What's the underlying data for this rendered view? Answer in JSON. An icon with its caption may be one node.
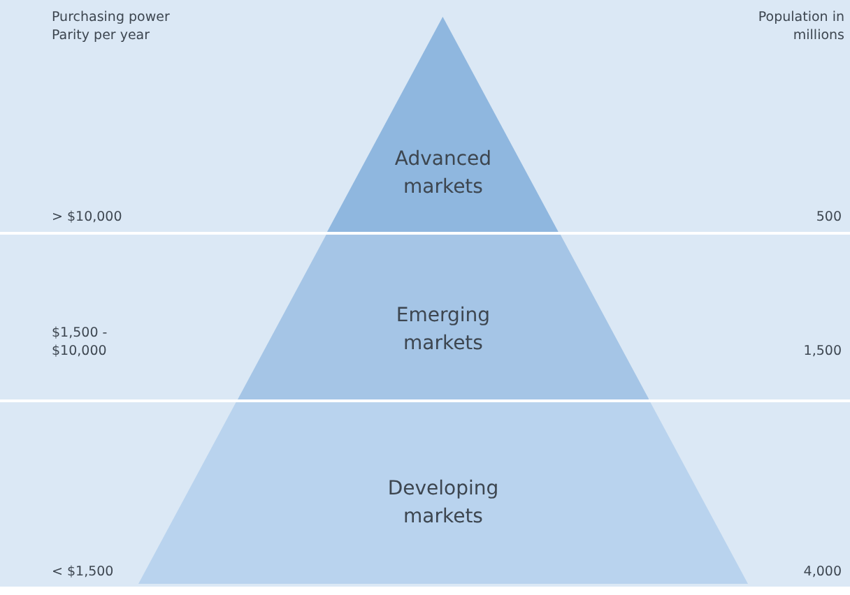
{
  "diagram": {
    "nodes": [
      {
        "text": [
          "Advanced markets"
        ]
      },
      {
        "text": [
          "Emerging markets"
        ]
      },
      {
        "text": [
          "Developing markets"
        ]
      }
    ],
    "labels": [
      "Purchasing power Parity per year",
      "Population in millions",
      "> $10,000",
      "500",
      "$1,500 - $10,000",
      "1,500",
      "< $1,500",
      "4,000"
    ]
  }
}
